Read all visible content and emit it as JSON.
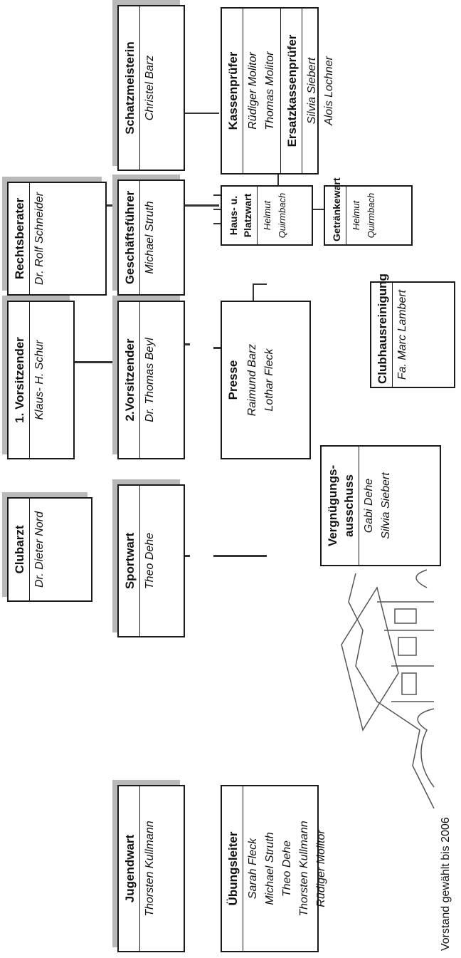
{
  "boxes": {
    "clubarzt": {
      "title": "Clubarzt",
      "people": [
        "Dr. Dieter Nord"
      ]
    },
    "vorsitzender1": {
      "title": "1. Vorsitzender",
      "people": [
        "Klaus- H. Schur"
      ]
    },
    "rechtsberater": {
      "title": "Rechtsberater",
      "people": [
        "Dr. Rolf Schneider"
      ]
    },
    "schatzmeisterin": {
      "title": "Schatzmeisterin",
      "people": [
        "Christel Barz"
      ]
    },
    "kassenpruefer": {
      "title": "Kassenprüfer",
      "people": [
        "Rüdiger Molitor",
        "Thomas Molitor"
      ],
      "title2": "Ersatzkassenprüfer",
      "people2": [
        "Silvia Siebert",
        "Alois Lochner"
      ]
    },
    "jugendwart": {
      "title": "Jugendwart",
      "people": [
        "Thorsten Kullmann"
      ]
    },
    "sportwart": {
      "title": "Sportwart",
      "people": [
        "Theo Dehe"
      ]
    },
    "vorsitzender2": {
      "title": "2.Vorsitzender",
      "people": [
        "Dr. Thomas Beyl"
      ]
    },
    "geschaeftsfuehrer": {
      "title": "Geschäftsführer",
      "people": [
        "Michael Struth"
      ]
    },
    "uebungsleiter": {
      "title": "Übungsleiter",
      "people": [
        "Sarah Fleck",
        "Michael Struth",
        "Theo Dehe",
        "Thorsten Kullmann",
        "Rüdiger Molitor"
      ]
    },
    "presse": {
      "title": "Presse",
      "people": [
        "Raimund Barz",
        "Lothar Fleck"
      ]
    },
    "vergnuegung": {
      "title": "Vergnügungs-",
      "title_line2": "ausschuss",
      "people": [
        "Gabi Dehe",
        "Silvia Siebert"
      ]
    },
    "hausplatzwart": {
      "title": "Haus- u. Platzwart",
      "people": [
        "Helmut Quirmbach"
      ]
    },
    "getraenkewart": {
      "title": "Getränkewart",
      "people": [
        "Helmut Quirmbach"
      ]
    },
    "clubhausreinigung": {
      "title": "Clubhausreinigung",
      "people": [
        "Fa. Marc Lambert"
      ]
    }
  },
  "caption": "Vorstand gewählt bis 2006",
  "illustration": "clubhouse-sketch"
}
